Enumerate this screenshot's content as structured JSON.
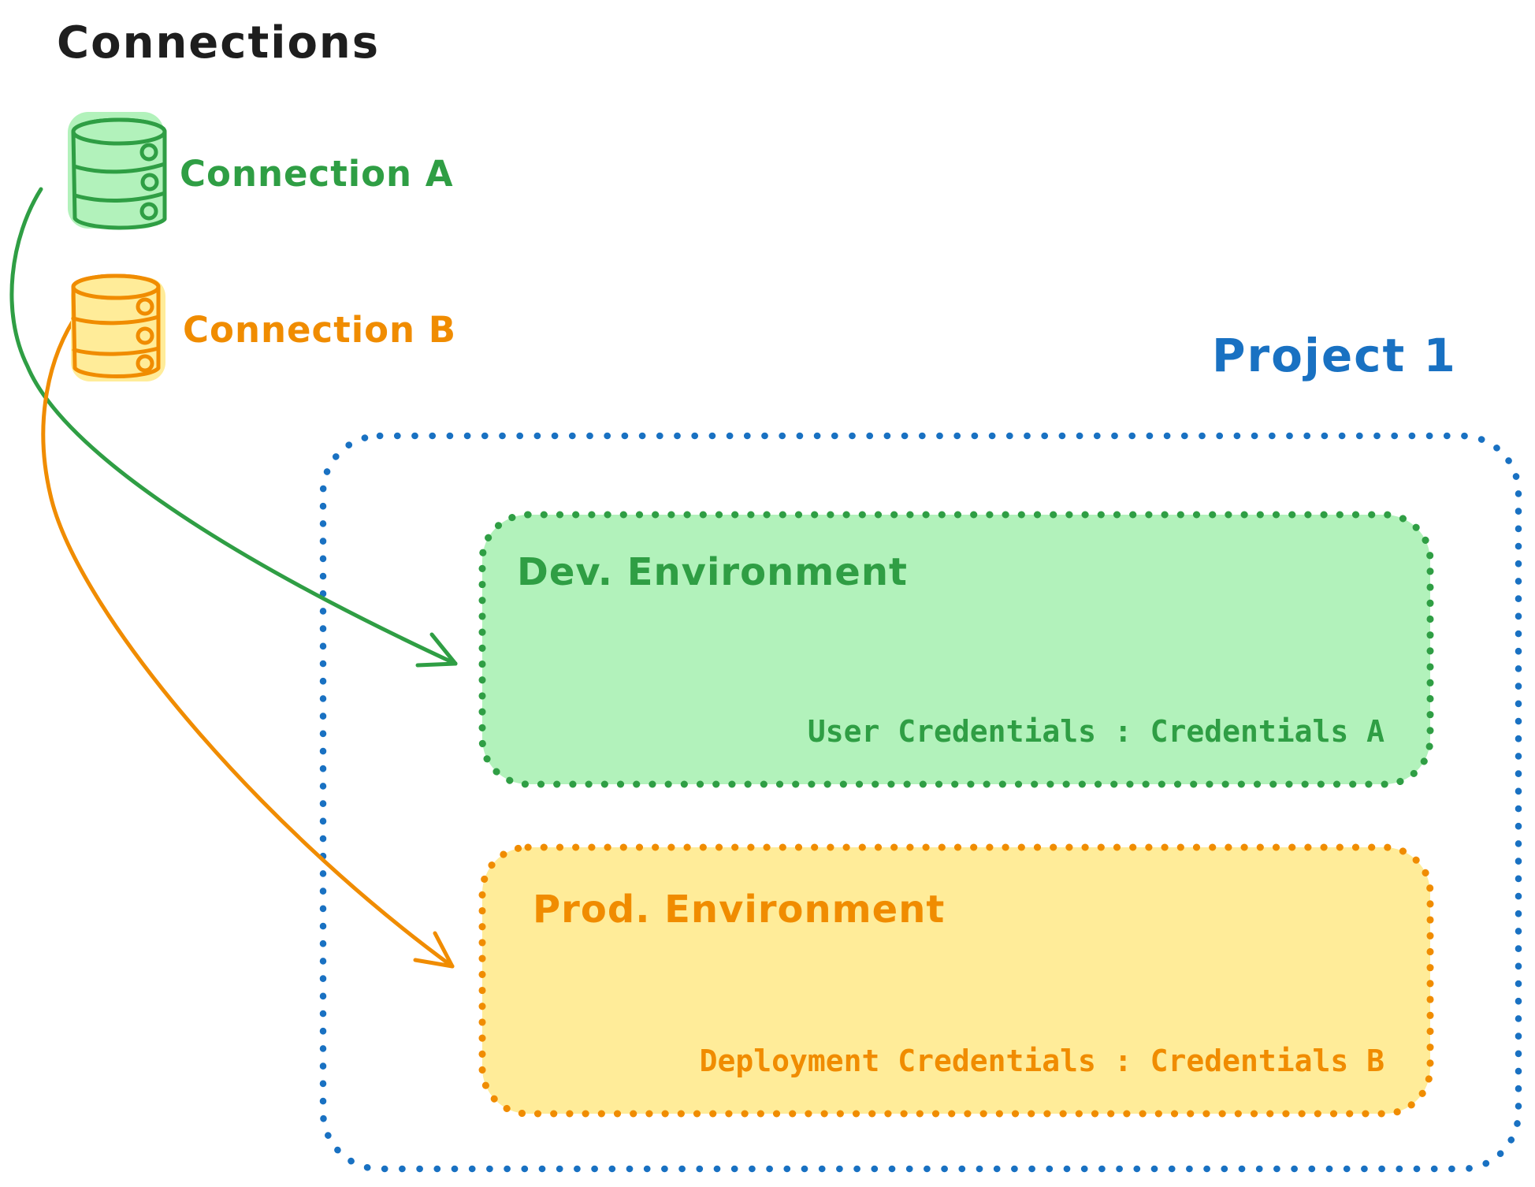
{
  "connections_panel": {
    "title": "Connections",
    "items": [
      {
        "label": "Connection A",
        "icon": "database-icon",
        "color": "#2f9e44"
      },
      {
        "label": "Connection B",
        "icon": "database-icon",
        "color": "#f08c00"
      }
    ]
  },
  "project": {
    "title": "Project 1",
    "border_color": "#1971c2",
    "environments": [
      {
        "name": "Dev. Environment",
        "credentials_label": "User Credentials : Credentials A",
        "stroke_color": "#2f9e44",
        "fill_color": "#b2f2bb"
      },
      {
        "name": "Prod. Environment",
        "credentials_label": "Deployment Credentials : Credentials B",
        "stroke_color": "#f08c00",
        "fill_color": "#ffec99"
      }
    ]
  },
  "arrows": [
    {
      "name": "connection-a-to-dev-environment",
      "color": "#2f9e44"
    },
    {
      "name": "connection-b-to-prod-environment",
      "color": "#f08c00"
    }
  ],
  "palette": {
    "text": "#1e1e1e",
    "background": "#ffffff",
    "green": "#2f9e44",
    "green_fill": "#b2f2bb",
    "orange": "#f08c00",
    "orange_fill": "#ffec99",
    "blue": "#1971c2"
  }
}
